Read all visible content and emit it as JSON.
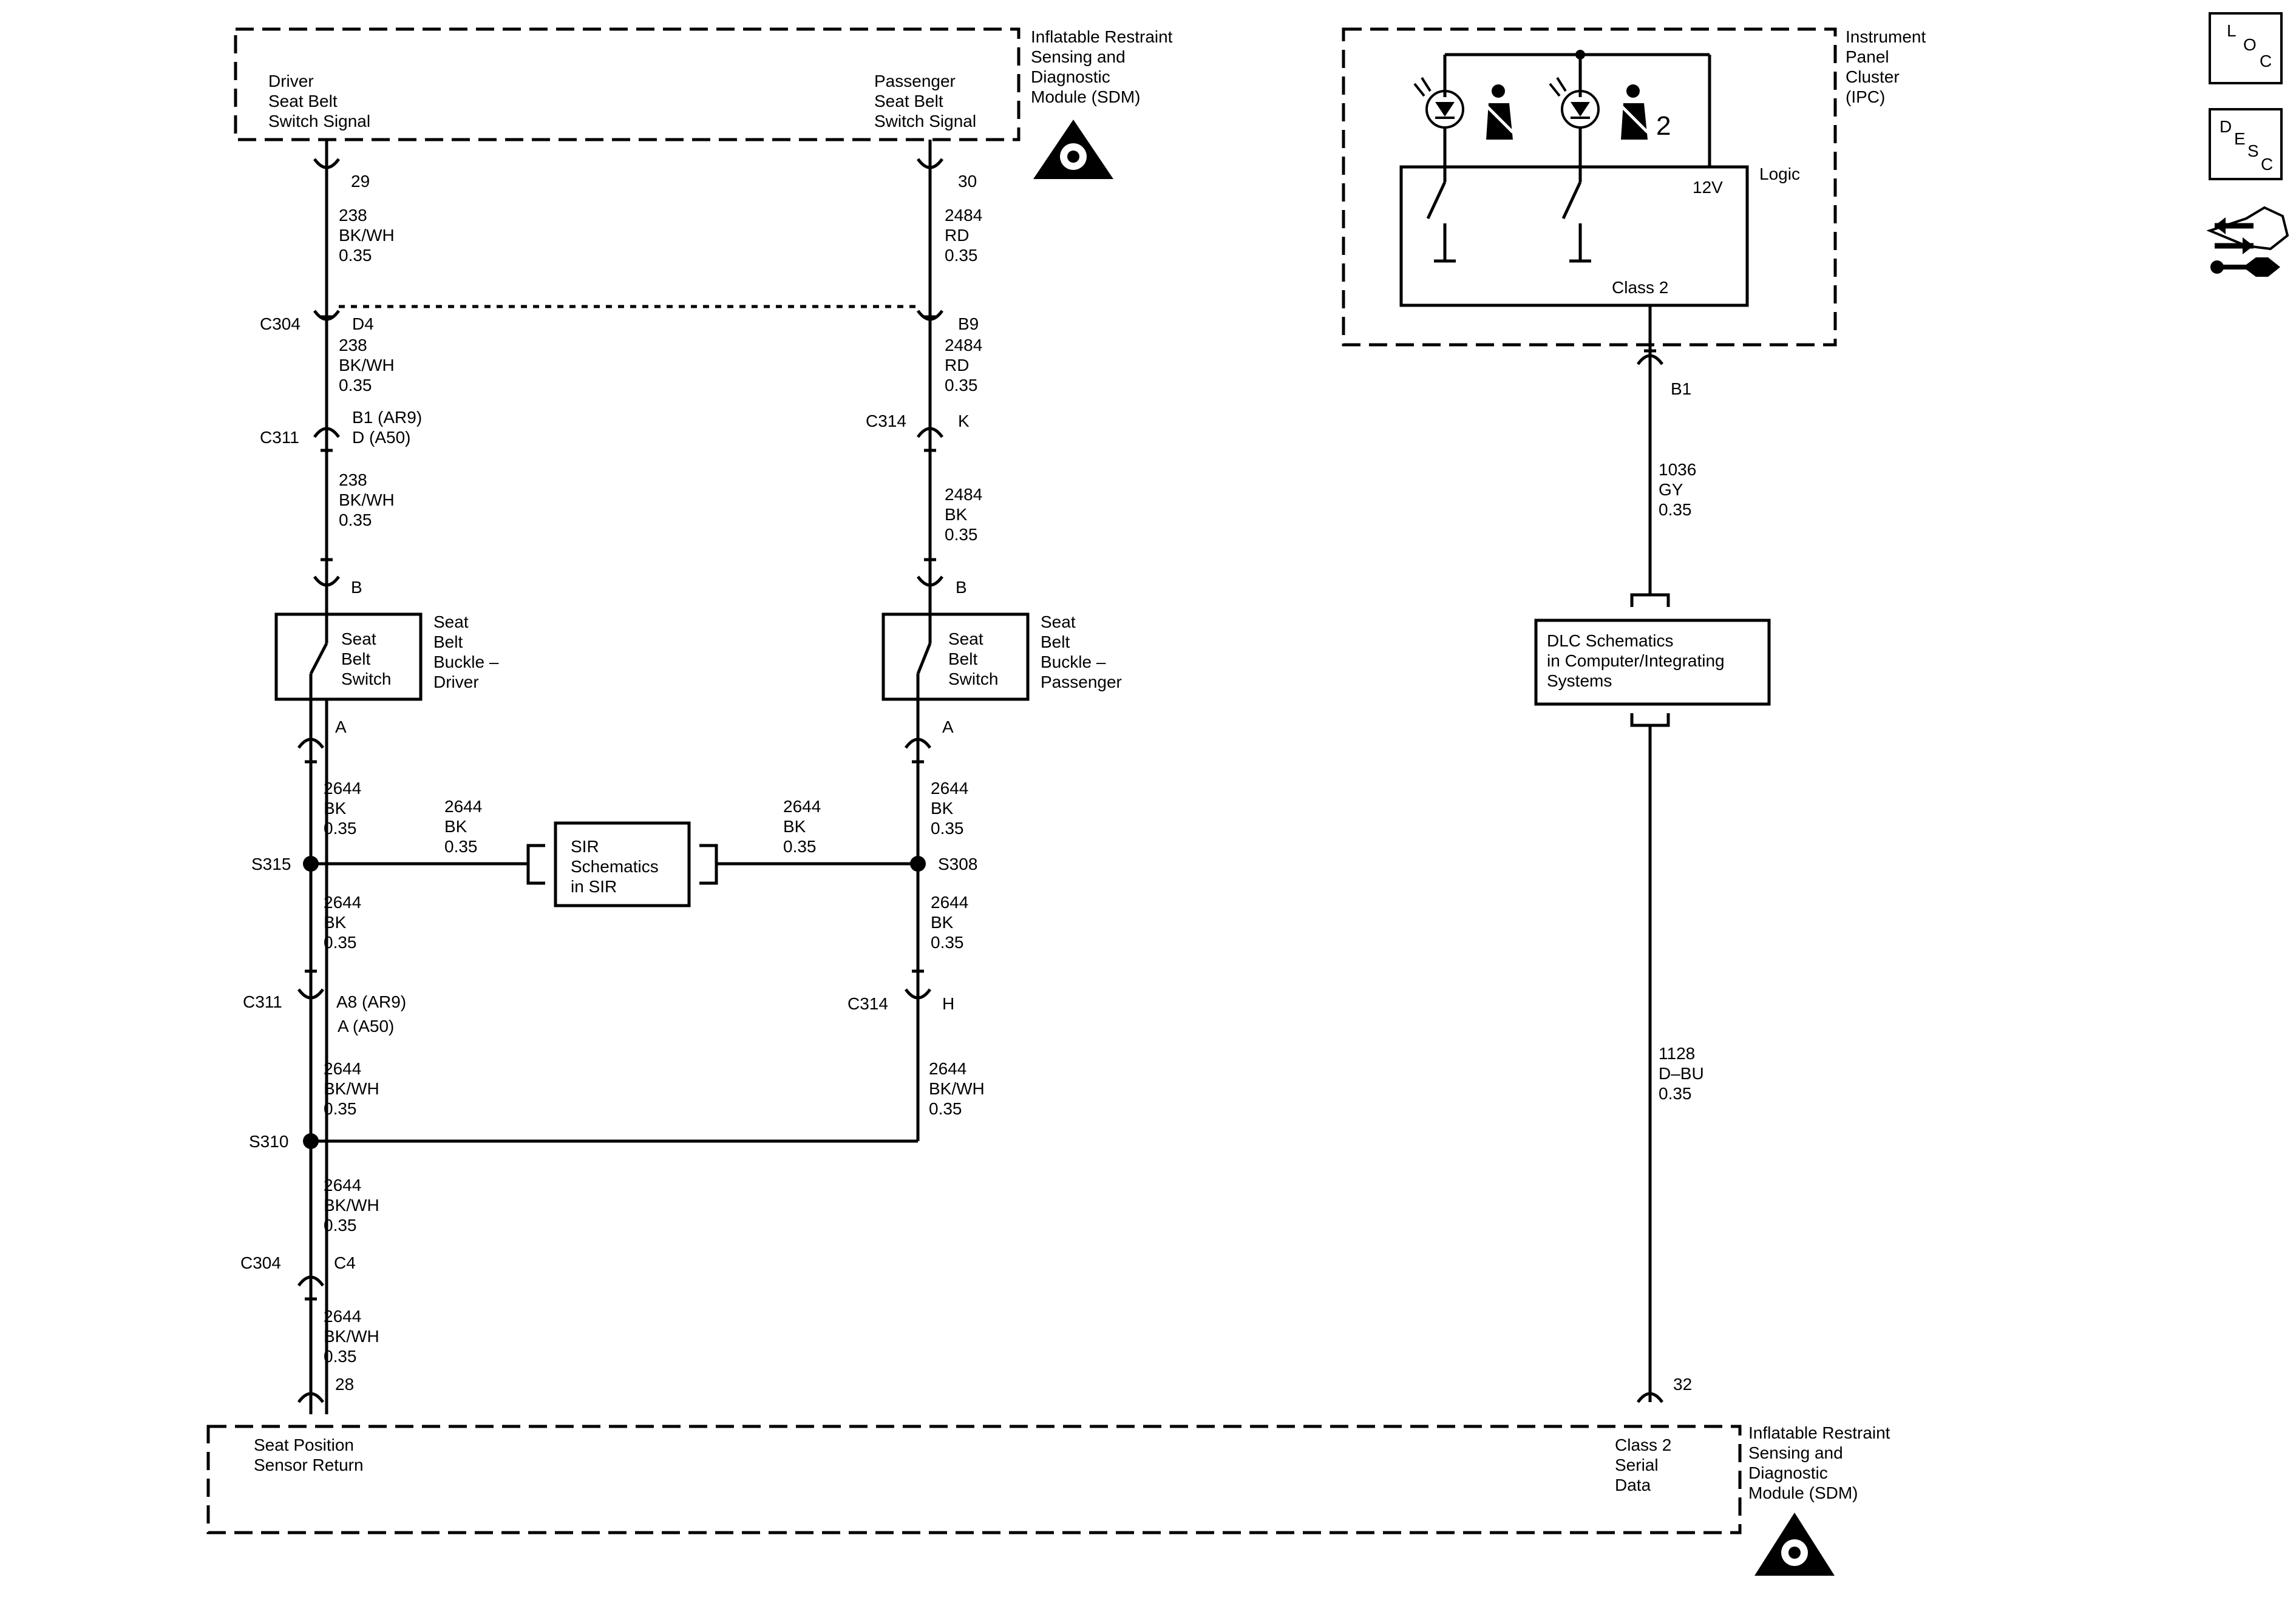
{
  "modules": {
    "sdm_top": {
      "lines": [
        "Inflatable Restraint",
        "Sensing and",
        "Diagnostic",
        "Module (SDM)"
      ]
    },
    "sdm_bottom": {
      "lines": [
        "Inflatable Restraint",
        "Sensing and",
        "Diagnostic",
        "Module (SDM)"
      ]
    },
    "ipc": {
      "lines": [
        "Instrument",
        "Panel",
        "Cluster",
        "(IPC)"
      ]
    }
  },
  "sdm_top_signals": {
    "driver": [
      "Driver",
      "Seat Belt",
      "Switch Signal"
    ],
    "passenger": [
      "Passenger",
      "Seat Belt",
      "Switch Signal"
    ]
  },
  "sdm_bottom_signals": {
    "seat_pos": [
      "Seat Position",
      "Sensor Return"
    ],
    "class2": [
      "Class 2",
      "Serial",
      "Data"
    ]
  },
  "ipc_internal": {
    "logic": "Logic",
    "v12": "12V",
    "class2": "Class 2",
    "mark2": "2"
  },
  "switches": {
    "driver": {
      "inner": [
        "Seat",
        "Belt",
        "Switch"
      ],
      "outer": [
        "Seat",
        "Belt",
        "Buckle –",
        "Driver"
      ]
    },
    "passenger": {
      "inner": [
        "Seat",
        "Belt",
        "Switch"
      ],
      "outer": [
        "Seat",
        "Belt",
        "Buckle –",
        "Passenger"
      ]
    }
  },
  "boxes": {
    "sir": [
      "SIR",
      "Schematics",
      "in SIR"
    ],
    "dlc": [
      "DLC Schematics",
      "in Computer/Integrating",
      "Systems"
    ]
  },
  "connectors": {
    "c304": "C304",
    "c311": "C311",
    "c314": "C314",
    "c311b": "C311",
    "c314b": "C314",
    "c304b": "C304"
  },
  "splices": {
    "s315": "S315",
    "s308": "S308",
    "s310": "S310"
  },
  "pins": {
    "p29": "29",
    "p30": "30",
    "d4": "D4",
    "b9": "B9",
    "b1ar9": "B1 (AR9)",
    "da50": "D (A50)",
    "k": "K",
    "b_drv": "B",
    "b_pas": "B",
    "a_drv": "A",
    "a_pas": "A",
    "a8ar9": "A8 (AR9)",
    "aa50": "A (A50)",
    "h": "H",
    "c4": "C4",
    "p28": "28",
    "p32": "32",
    "b1_ipc": "B1"
  },
  "wires": {
    "w1": [
      "238",
      "BK/WH",
      "0.35"
    ],
    "w2": [
      "238",
      "BK/WH",
      "0.35"
    ],
    "w3": [
      "238",
      "BK/WH",
      "0.35"
    ],
    "w4": [
      "2484",
      "RD",
      "0.35"
    ],
    "w5": [
      "2484",
      "RD",
      "0.35"
    ],
    "w6": [
      "2484",
      "BK",
      "0.35"
    ],
    "w7": [
      "2644",
      "BK",
      "0.35"
    ],
    "w8": [
      "2644",
      "BK",
      "0.35"
    ],
    "w9": [
      "2644",
      "BK",
      "0.35"
    ],
    "w10": [
      "2644",
      "BK",
      "0.35"
    ],
    "w11": [
      "2644",
      "BK",
      "0.35"
    ],
    "w12": [
      "2644",
      "BK",
      "0.35"
    ],
    "w13": [
      "2644",
      "BK/WH",
      "0.35"
    ],
    "w14": [
      "2644",
      "BK/WH",
      "0.35"
    ],
    "w15": [
      "2644",
      "BK/WH",
      "0.35"
    ],
    "w16": [
      "2644",
      "BK/WH",
      "0.35"
    ],
    "w17": [
      "1036",
      "GY",
      "0.35"
    ],
    "w18": [
      "1128",
      "D–BU",
      "0.35"
    ]
  },
  "sidebar": {
    "loc": [
      "L",
      "O",
      "C"
    ],
    "desc": [
      "D",
      "E",
      "S",
      "C"
    ],
    "nav_icon": "connector-navigation-icon"
  }
}
